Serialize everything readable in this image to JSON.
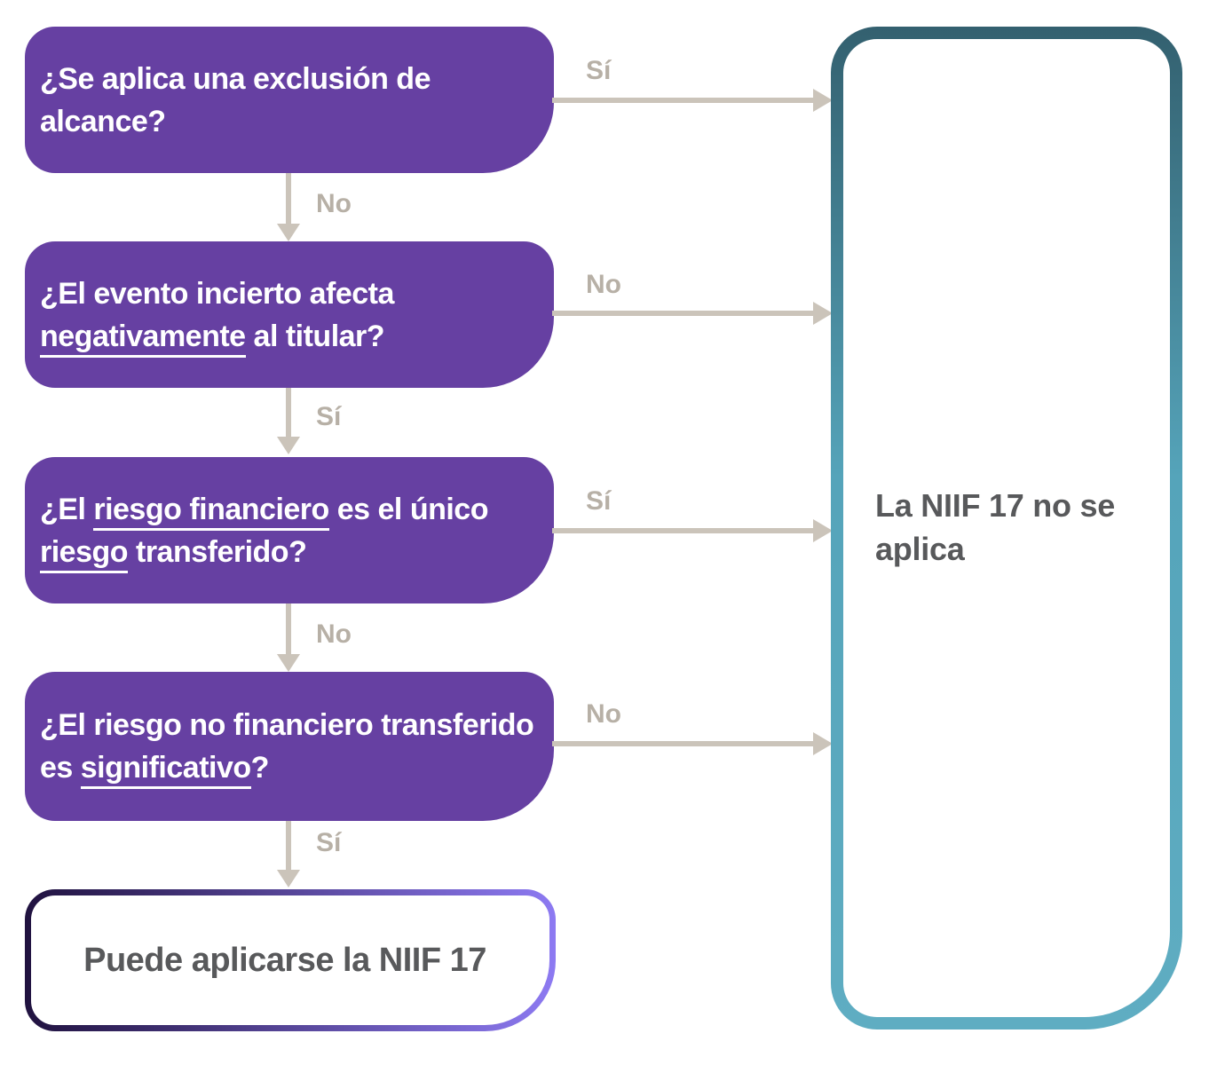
{
  "colors": {
    "box_purple": "#6640a2",
    "connector_gray": "#cbc4ba",
    "label_gray": "#b7b0a6",
    "result_text_gray": "#58595b",
    "teal_border_top": "#33606f",
    "teal_border_mid": "#55a4ba",
    "teal_border_bottom": "#5fadc2",
    "final_border_left": "#20123f",
    "final_border_right": "#8d7af2"
  },
  "questions": [
    {
      "name": "scope-exclusion",
      "segments": [
        {
          "text": "¿Se aplica una exclusión de alcance?",
          "underline": false
        }
      ],
      "right_label": "Sí",
      "down_label": "No"
    },
    {
      "name": "uncertain-event-adverse",
      "segments": [
        {
          "text": "¿El evento incierto afecta ",
          "underline": false
        },
        {
          "text": "negativamente",
          "underline": true
        },
        {
          "text": " al titular?",
          "underline": false
        }
      ],
      "right_label": "No",
      "down_label": "Sí"
    },
    {
      "name": "financial-risk-only",
      "segments": [
        {
          "text": "¿El ",
          "underline": false
        },
        {
          "text": "riesgo financiero",
          "underline": true
        },
        {
          "text": " es el único ",
          "underline": false
        },
        {
          "text": "riesgo",
          "underline": true
        },
        {
          "text": " transferido?",
          "underline": false
        }
      ],
      "right_label": "Sí",
      "down_label": "No"
    },
    {
      "name": "non-financial-risk-significant",
      "segments": [
        {
          "text": "¿El riesgo no financiero transferido es ",
          "underline": false
        },
        {
          "text": "significativo",
          "underline": true
        },
        {
          "text": "?",
          "underline": false
        }
      ],
      "right_label": "No",
      "down_label": "Sí"
    }
  ],
  "results": {
    "not_applicable": "La NIIF 17 no se aplica",
    "applicable": "Puede aplicarse la NIIF 17"
  }
}
